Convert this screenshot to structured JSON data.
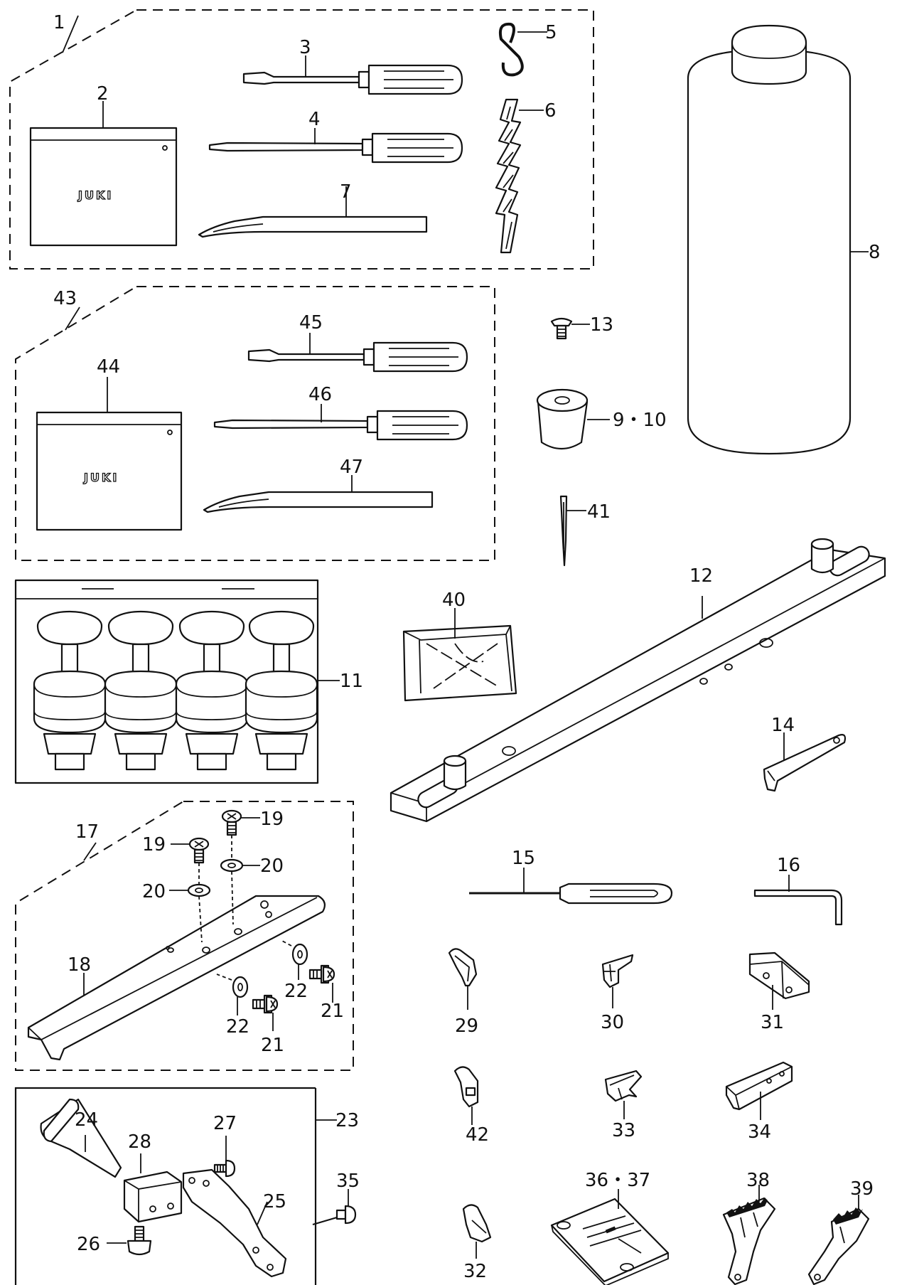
{
  "brand": "JUKI",
  "callouts": {
    "c1": "1",
    "c2": "2",
    "c3": "3",
    "c4": "4",
    "c5": "5",
    "c6": "6",
    "c7": "7",
    "c8": "8",
    "c9_10": "9・10",
    "c11": "11",
    "c12": "12",
    "c13": "13",
    "c14": "14",
    "c15": "15",
    "c16": "16",
    "c17": "17",
    "c18": "18",
    "c19a": "19",
    "c19b": "19",
    "c20a": "20",
    "c20b": "20",
    "c21a": "21",
    "c21b": "21",
    "c22a": "22",
    "c22b": "22",
    "c23": "23",
    "c24": "24",
    "c25": "25",
    "c26": "26",
    "c27": "27",
    "c28": "28",
    "c29": "29",
    "c30": "30",
    "c31": "31",
    "c32": "32",
    "c33": "33",
    "c34": "34",
    "c35": "35",
    "c36_37": "36・37",
    "c38": "38",
    "c39": "39",
    "c40": "40",
    "c41": "41",
    "c42": "42",
    "c43": "43",
    "c44": "44",
    "c45": "45",
    "c46": "46",
    "c47": "47"
  }
}
